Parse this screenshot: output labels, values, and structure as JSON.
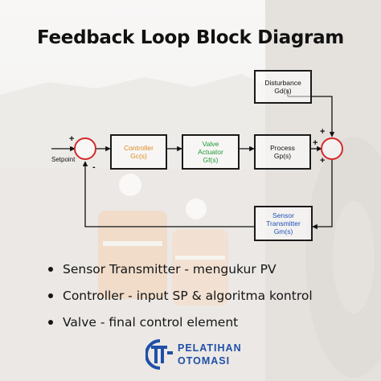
{
  "title": "Feedback Loop Block Diagram",
  "diagram": {
    "blocks": {
      "controller": {
        "line1": "Controller",
        "line2": "Gc(s)",
        "color": "#e08a1e"
      },
      "valve": {
        "line1": "Valve",
        "line2": "Actuator",
        "line3": "Gf(s)",
        "color": "#1f9a36"
      },
      "process": {
        "line1": "Process",
        "line2": "Gp(s)",
        "color": "#111111"
      },
      "disturbance": {
        "line1": "Disturbance",
        "line2": "Gd(s)",
        "color": "#111111"
      },
      "sensor": {
        "line1": "Sensor",
        "line2": "Transmitter",
        "line3": "Gm(s)",
        "color": "#1f4fb8"
      }
    },
    "setpoint_label": "Setpoint",
    "signs": {
      "sum1_top": "+",
      "sum1_bottom": "-",
      "sum2_top": "+",
      "sum2_left": "+",
      "sum2_bottom": "+"
    }
  },
  "bullets": [
    "Sensor Transmitter - mengukur PV",
    "Controller - input SP & algoritma kontrol",
    "Valve - final control element"
  ],
  "logo": {
    "line1": "PELATIHAN",
    "line2": "OTOMASI",
    "color": "#1f4fa8"
  }
}
